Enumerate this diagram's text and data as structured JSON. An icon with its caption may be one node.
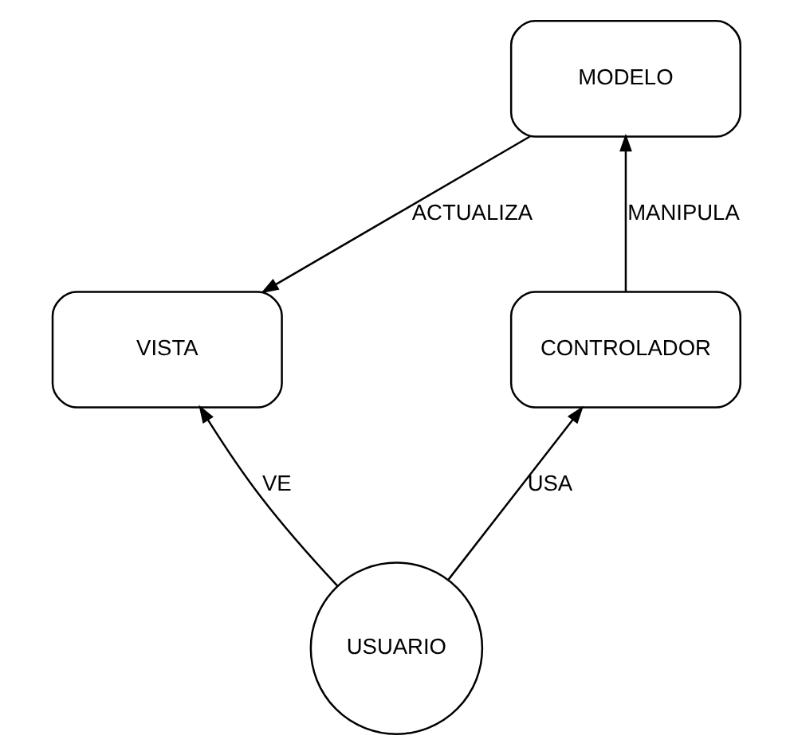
{
  "diagram": {
    "nodes": [
      {
        "text": [
          "MODELO"
        ]
      },
      {
        "text": [
          "VISTA"
        ]
      },
      {
        "text": [
          "CONTROLADOR"
        ]
      },
      {
        "text": [
          "USUARIO"
        ]
      }
    ],
    "edges": [
      {
        "from": 0,
        "to": 1,
        "arrow": "to",
        "label": "ACTUALIZA"
      },
      {
        "from": 2,
        "to": 0,
        "arrow": "to",
        "label": "MANIPULA"
      },
      {
        "from": 3,
        "to": 1,
        "arrow": "to",
        "label": "VE"
      },
      {
        "from": 3,
        "to": 2,
        "arrow": "to",
        "label": "USA"
      }
    ]
  }
}
